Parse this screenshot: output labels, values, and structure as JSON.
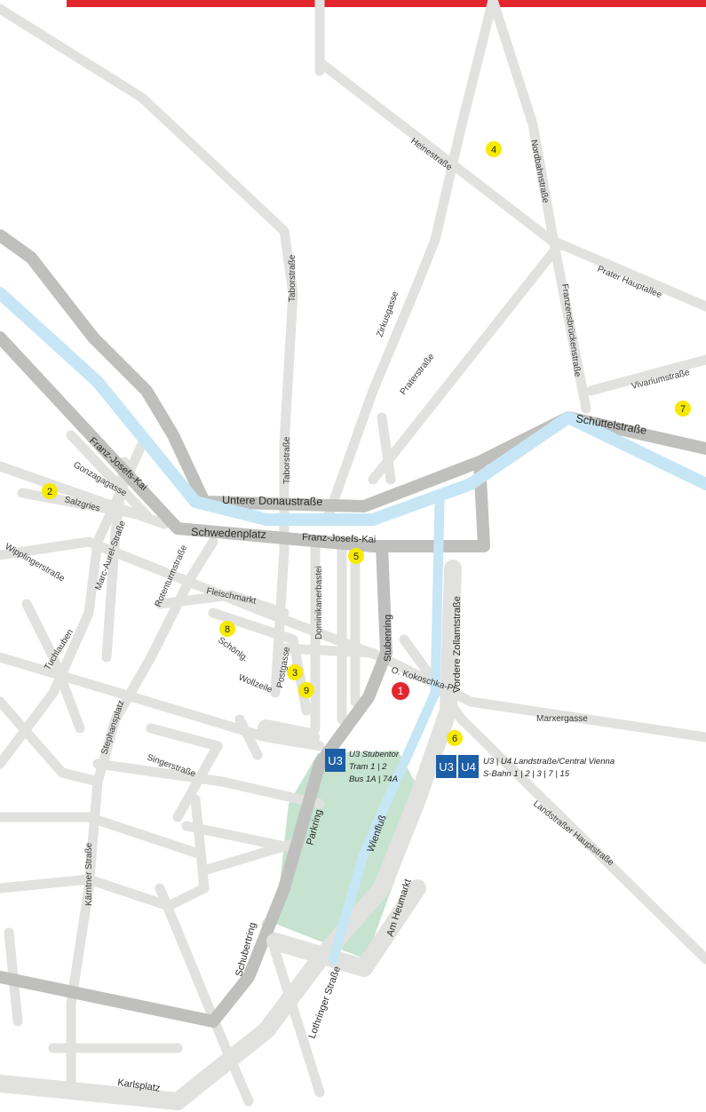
{
  "colors": {
    "accent_bar": "#e3262d",
    "road": "#e1e1df",
    "ring": "#bfbfbd",
    "water": "#c6e6f5",
    "park": "#c5e3cf",
    "marker_yellow": "#f7ea00",
    "marker_red": "#e3262d",
    "transit_badge": "#1d5fa6"
  },
  "streets": {
    "heinestrasse": "Heinestraße",
    "nordbahnstrasse": "Nordbahnstraße",
    "praterhauptallee": "Prater Hauptallee",
    "franzensbrueckenstrasse": "Franzensbrückenstraße",
    "vivariumstrasse": "Vivariumstraße",
    "schuettelstrasse": "Schüttelstraße",
    "taborstrasse_upper": "Taborstraße",
    "taborstrasse_lower": "Taborstraße",
    "zirkusgasse": "Zirkusgasse",
    "praterstrasse": "Praterstraße",
    "franz_josefs_kai_diag": "Franz-Josefs-Kai",
    "gonzagagasse": "Gonzagagasse",
    "salzgries": "Salzgries",
    "untere_donaustrasse": "Untere Donaustraße",
    "schwedenplatz": "Schwedenplatz",
    "franz_josefs_kai": "Franz-Josefs-Kai",
    "wipplingerstrasse": "Wipplingerstraße",
    "marc_aurel_strasse": "Marc-Aurel-Straße",
    "rotenturmstrasse": "Rotenturmstraße",
    "fleischmarkt": "Fleischmarkt",
    "dominikanerbastei": "Dominikanerbastei",
    "stubenring": "Stubenring",
    "vordere_zollamtstrasse": "Vordere Zollamtstraße",
    "tuchlauben": "Tuchlauben",
    "schoenlg": "Schönlg.",
    "postgasse": "Postgasse",
    "wollzeile": "Wollzeile",
    "kokoschka_pl": "O. Kokoschka-Pl.",
    "marxergasse": "Marxergasse",
    "stephansplatz": "Stephansplatz",
    "singerstrasse": "Singerstraße",
    "landstrasser_hauptstrasse": "Landstraßer Hauptstraße",
    "parkring": "Parkring",
    "wienfluss": "Wienfluß",
    "kaertner_strasse": "Kärntner Straße",
    "am_heumarkt": "Am Heumarkt",
    "schubertring": "Schubertring",
    "lothringer_strasse": "Lothringer Straße",
    "karlsplatz": "Karlsplatz"
  },
  "markers": [
    {
      "label": "1",
      "color": "red"
    },
    {
      "label": "2",
      "color": "yellow"
    },
    {
      "label": "3",
      "color": "yellow"
    },
    {
      "label": "4",
      "color": "yellow"
    },
    {
      "label": "5",
      "color": "yellow"
    },
    {
      "label": "6",
      "color": "yellow"
    },
    {
      "label": "7",
      "color": "yellow"
    },
    {
      "label": "8",
      "color": "yellow"
    },
    {
      "label": "9",
      "color": "yellow"
    }
  ],
  "transit": {
    "stubentor": {
      "badge": "U3",
      "line1": "U3 Stubentor",
      "line2": "Tram 1 | 2",
      "line3": "Bus 1A | 74A"
    },
    "landstrasse": {
      "badges": [
        "U3",
        "U4"
      ],
      "line1": "U3 | U4 Landstraße/Central Vienna",
      "line2": "S-Bahn 1 | 2 | 3 | 7 | 15"
    }
  }
}
